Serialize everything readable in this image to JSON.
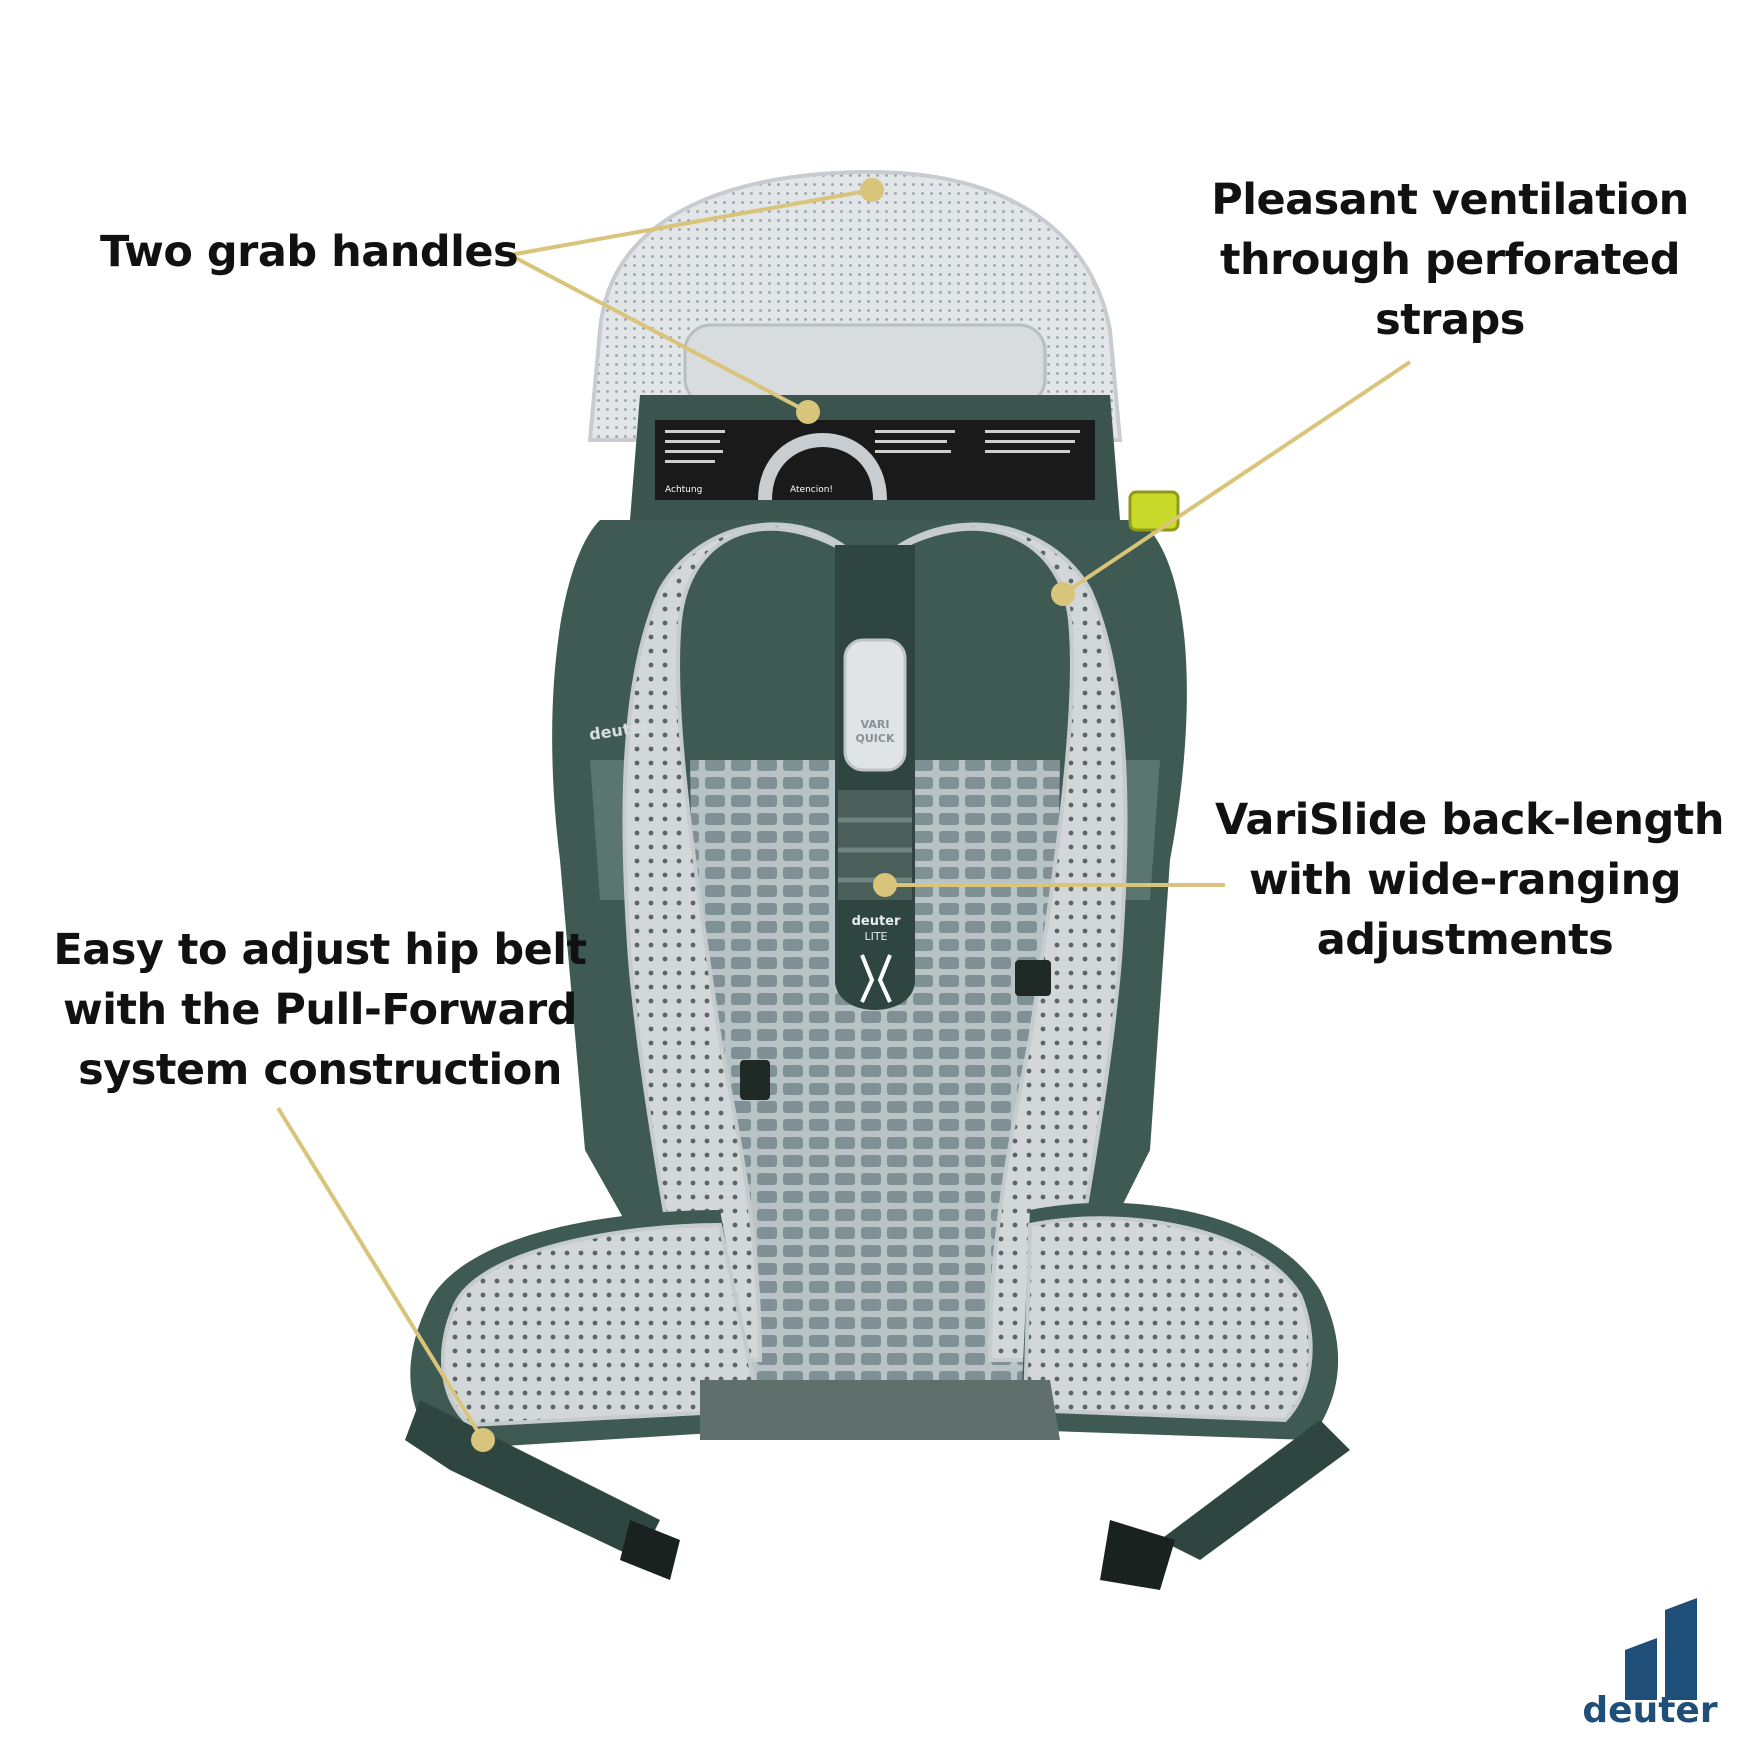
{
  "callouts": {
    "grab_handles": {
      "lines": [
        "Two grab handles"
      ]
    },
    "ventilation": {
      "lines": [
        "Pleasant ventilation",
        "through perforated",
        "straps"
      ]
    },
    "varislide": {
      "lines": [
        "VariSlide back-length",
        "with wide-ranging",
        "adjustments"
      ]
    },
    "hip_belt": {
      "lines": [
        "Easy to adjust hip belt",
        "with the Pull-Forward",
        "system construction"
      ]
    }
  },
  "product_labels": {
    "vari_quick_line1": "VARI",
    "vari_quick_line2": "QUICK",
    "lite_brand": "deuter",
    "lite_text": "LITE",
    "side_brand": "deuter",
    "warning_achtung": "Achtung",
    "warning_atencion": "Atencion!"
  },
  "brand": {
    "name": "deuter"
  },
  "colors": {
    "leader_line": "#d8c47a",
    "strap_dark": "#3e5a53",
    "mesh_light": "#d3d7da",
    "mesh_dots": "#5c6468",
    "accent_yellow": "#c9d92a",
    "brand_blue": "#1f4e79"
  }
}
